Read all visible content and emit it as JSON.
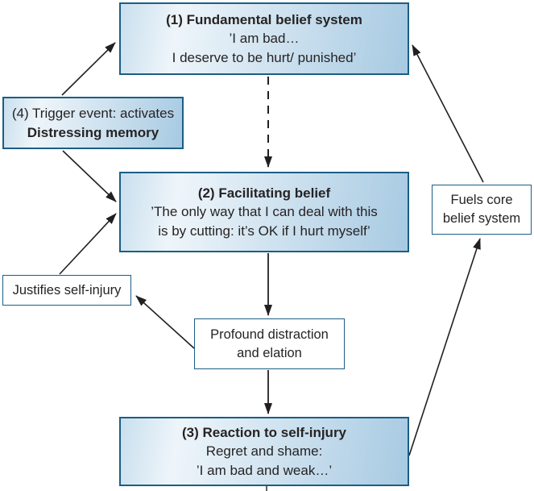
{
  "figure": {
    "type": "flow-diagram",
    "topic": "Self-injury belief cycle",
    "boxes": {
      "fundamental": {
        "title": "(1) Fundamental belief system",
        "line2": "’I am bad…",
        "line3": "I deserve to be hurt/ punished’"
      },
      "trigger": {
        "line1": "(4) Trigger event: activates",
        "line2": "Distressing memory"
      },
      "facilitating": {
        "title": "(2) Facilitating belief",
        "line2": "’The only way that I can deal with this",
        "line3": "is by cutting: it’s OK if I hurt myself’"
      },
      "fuels": {
        "line1": "Fuels core",
        "line2": "belief system"
      },
      "justifies": {
        "line1": "Justifies self-injury"
      },
      "distraction": {
        "line1": "Profound distraction",
        "line2": "and elation"
      },
      "reaction": {
        "title": "(3) Reaction to self-injury",
        "line2": "Regret and shame:",
        "line3": "’I am bad and weak…’"
      }
    },
    "connections": [
      {
        "from": "trigger",
        "to": "fundamental",
        "style": "solid-arrow"
      },
      {
        "from": "fundamental",
        "to": "facilitating",
        "style": "dashed-arrow"
      },
      {
        "from": "trigger",
        "to": "facilitating",
        "style": "solid-arrow"
      },
      {
        "from": "justifies",
        "to": "facilitating",
        "style": "solid-arrow"
      },
      {
        "from": "facilitating",
        "to": "distraction",
        "style": "solid-arrow"
      },
      {
        "from": "distraction",
        "to": "justifies",
        "style": "solid-arrow"
      },
      {
        "from": "distraction",
        "to": "reaction",
        "style": "solid-arrow"
      },
      {
        "from": "reaction",
        "to": "fuels",
        "style": "solid-arrow"
      },
      {
        "from": "fuels",
        "to": "fundamental",
        "style": "solid-arrow"
      }
    ],
    "colors": {
      "box_border": "#1b5e85",
      "blue_box_gradient_start": "#c9dfee",
      "blue_box_gradient_mid": "#eef5fa",
      "blue_box_gradient_end": "#a7cae2",
      "white_box_fill": "#ffffff",
      "arrow": "#231f20",
      "text": "#262324",
      "background": "#ffffff"
    }
  }
}
